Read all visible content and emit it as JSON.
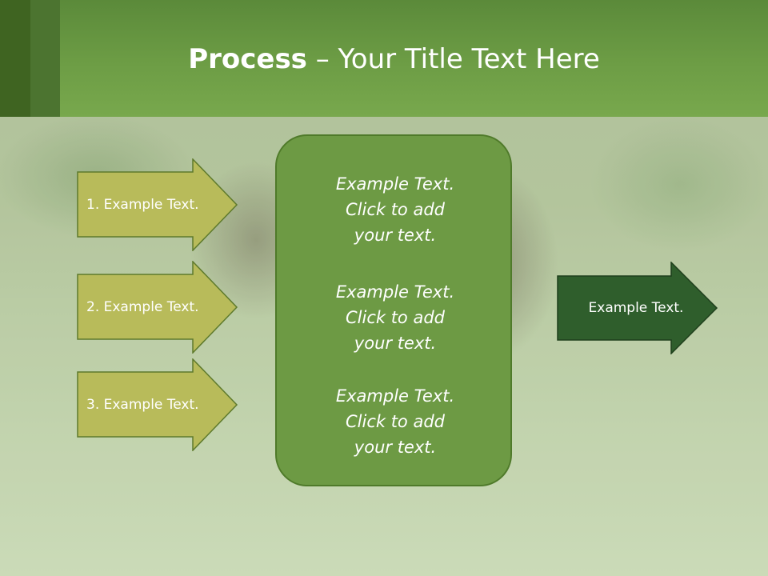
{
  "slide": {
    "title_bold": "Process",
    "title_rest": " – Your Title Text Here"
  },
  "left_steps": [
    {
      "label": "1. Example Text."
    },
    {
      "label": "2. Example Text."
    },
    {
      "label": "3. Example Text."
    }
  ],
  "center_box": {
    "paragraphs": [
      {
        "line1": "Example Text.",
        "line2": "Click  to add",
        "line3": "your text."
      },
      {
        "line1": "Example Text.",
        "line2": "Click  to add",
        "line3": "your text."
      },
      {
        "line1": "Example Text.",
        "line2": "Click  to add",
        "line3": "your text."
      }
    ]
  },
  "right_arrow": {
    "label": "Example Text."
  },
  "colors": {
    "header": "#6d9d45",
    "left_arrow_fill": "#b8bb5a",
    "center_box_fill": "#6d9a44",
    "right_arrow_fill": "#2f5e2c"
  }
}
